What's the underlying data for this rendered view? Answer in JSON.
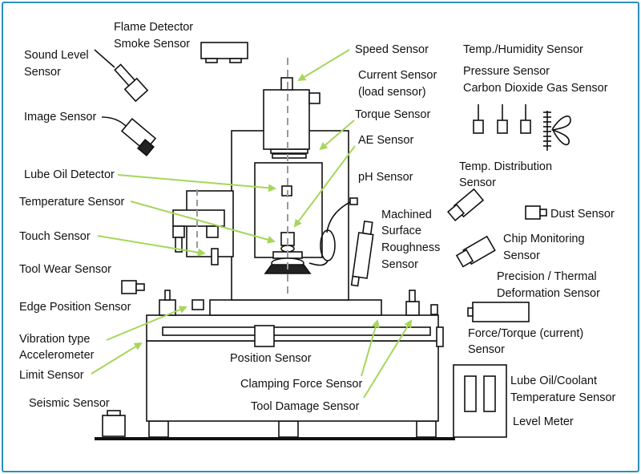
{
  "colors": {
    "frame": "#2a8fbd",
    "arrow": "#a6d65a",
    "line": "#111111",
    "dashed_axis": "#999999"
  },
  "labels": {
    "flame_detector": "Flame Detector",
    "smoke_sensor": "Smoke Sensor",
    "sound_level_1": "Sound Level",
    "sound_level_2": "Sensor",
    "image_sensor": "Image Sensor",
    "speed_sensor": "Speed Sensor",
    "current_sensor_1": "Current Sensor",
    "current_sensor_2": "(load sensor)",
    "torque_sensor": "Torque Sensor",
    "ae_sensor": "AE Sensor",
    "temp_humidity": "Temp./Humidity Sensor",
    "pressure_sensor": "Pressure Sensor",
    "co2_sensor": "Carbon Dioxide Gas Sensor",
    "lube_oil_detector": "Lube Oil Detector",
    "ph_sensor": "pH Sensor",
    "temp_dist_1": "Temp. Distribution",
    "temp_dist_2": "Sensor",
    "temperature_sensor": "Temperature Sensor",
    "machined_1": "Machined",
    "machined_2": "Surface",
    "machined_3": "Roughness",
    "machined_4": "Sensor",
    "dust_sensor": "Dust Sensor",
    "touch_sensor": "Touch Sensor",
    "chip_monitoring_1": "Chip Monitoring",
    "chip_monitoring_2": "Sensor",
    "tool_wear_sensor": "Tool Wear Sensor",
    "precision_1": "Precision / Thermal",
    "precision_2": "Deformation Sensor",
    "edge_position_sensor": "Edge Position Sensor",
    "vibration_1": "Vibration type",
    "vibration_2": "Accelerometer",
    "force_torque_1": "Force/Torque (current)",
    "force_torque_2": "Sensor",
    "position_sensor": "Position Sensor",
    "limit_sensor": "Limit Sensor",
    "clamping_force_sensor": "Clamping Force Sensor",
    "lube_coolant_1": "Lube Oil/Coolant",
    "lube_coolant_2": "Temperature Sensor",
    "seismic_sensor": "Seismic Sensor",
    "tool_damage_sensor": "Tool Damage Sensor",
    "level_meter": "Level Meter"
  }
}
